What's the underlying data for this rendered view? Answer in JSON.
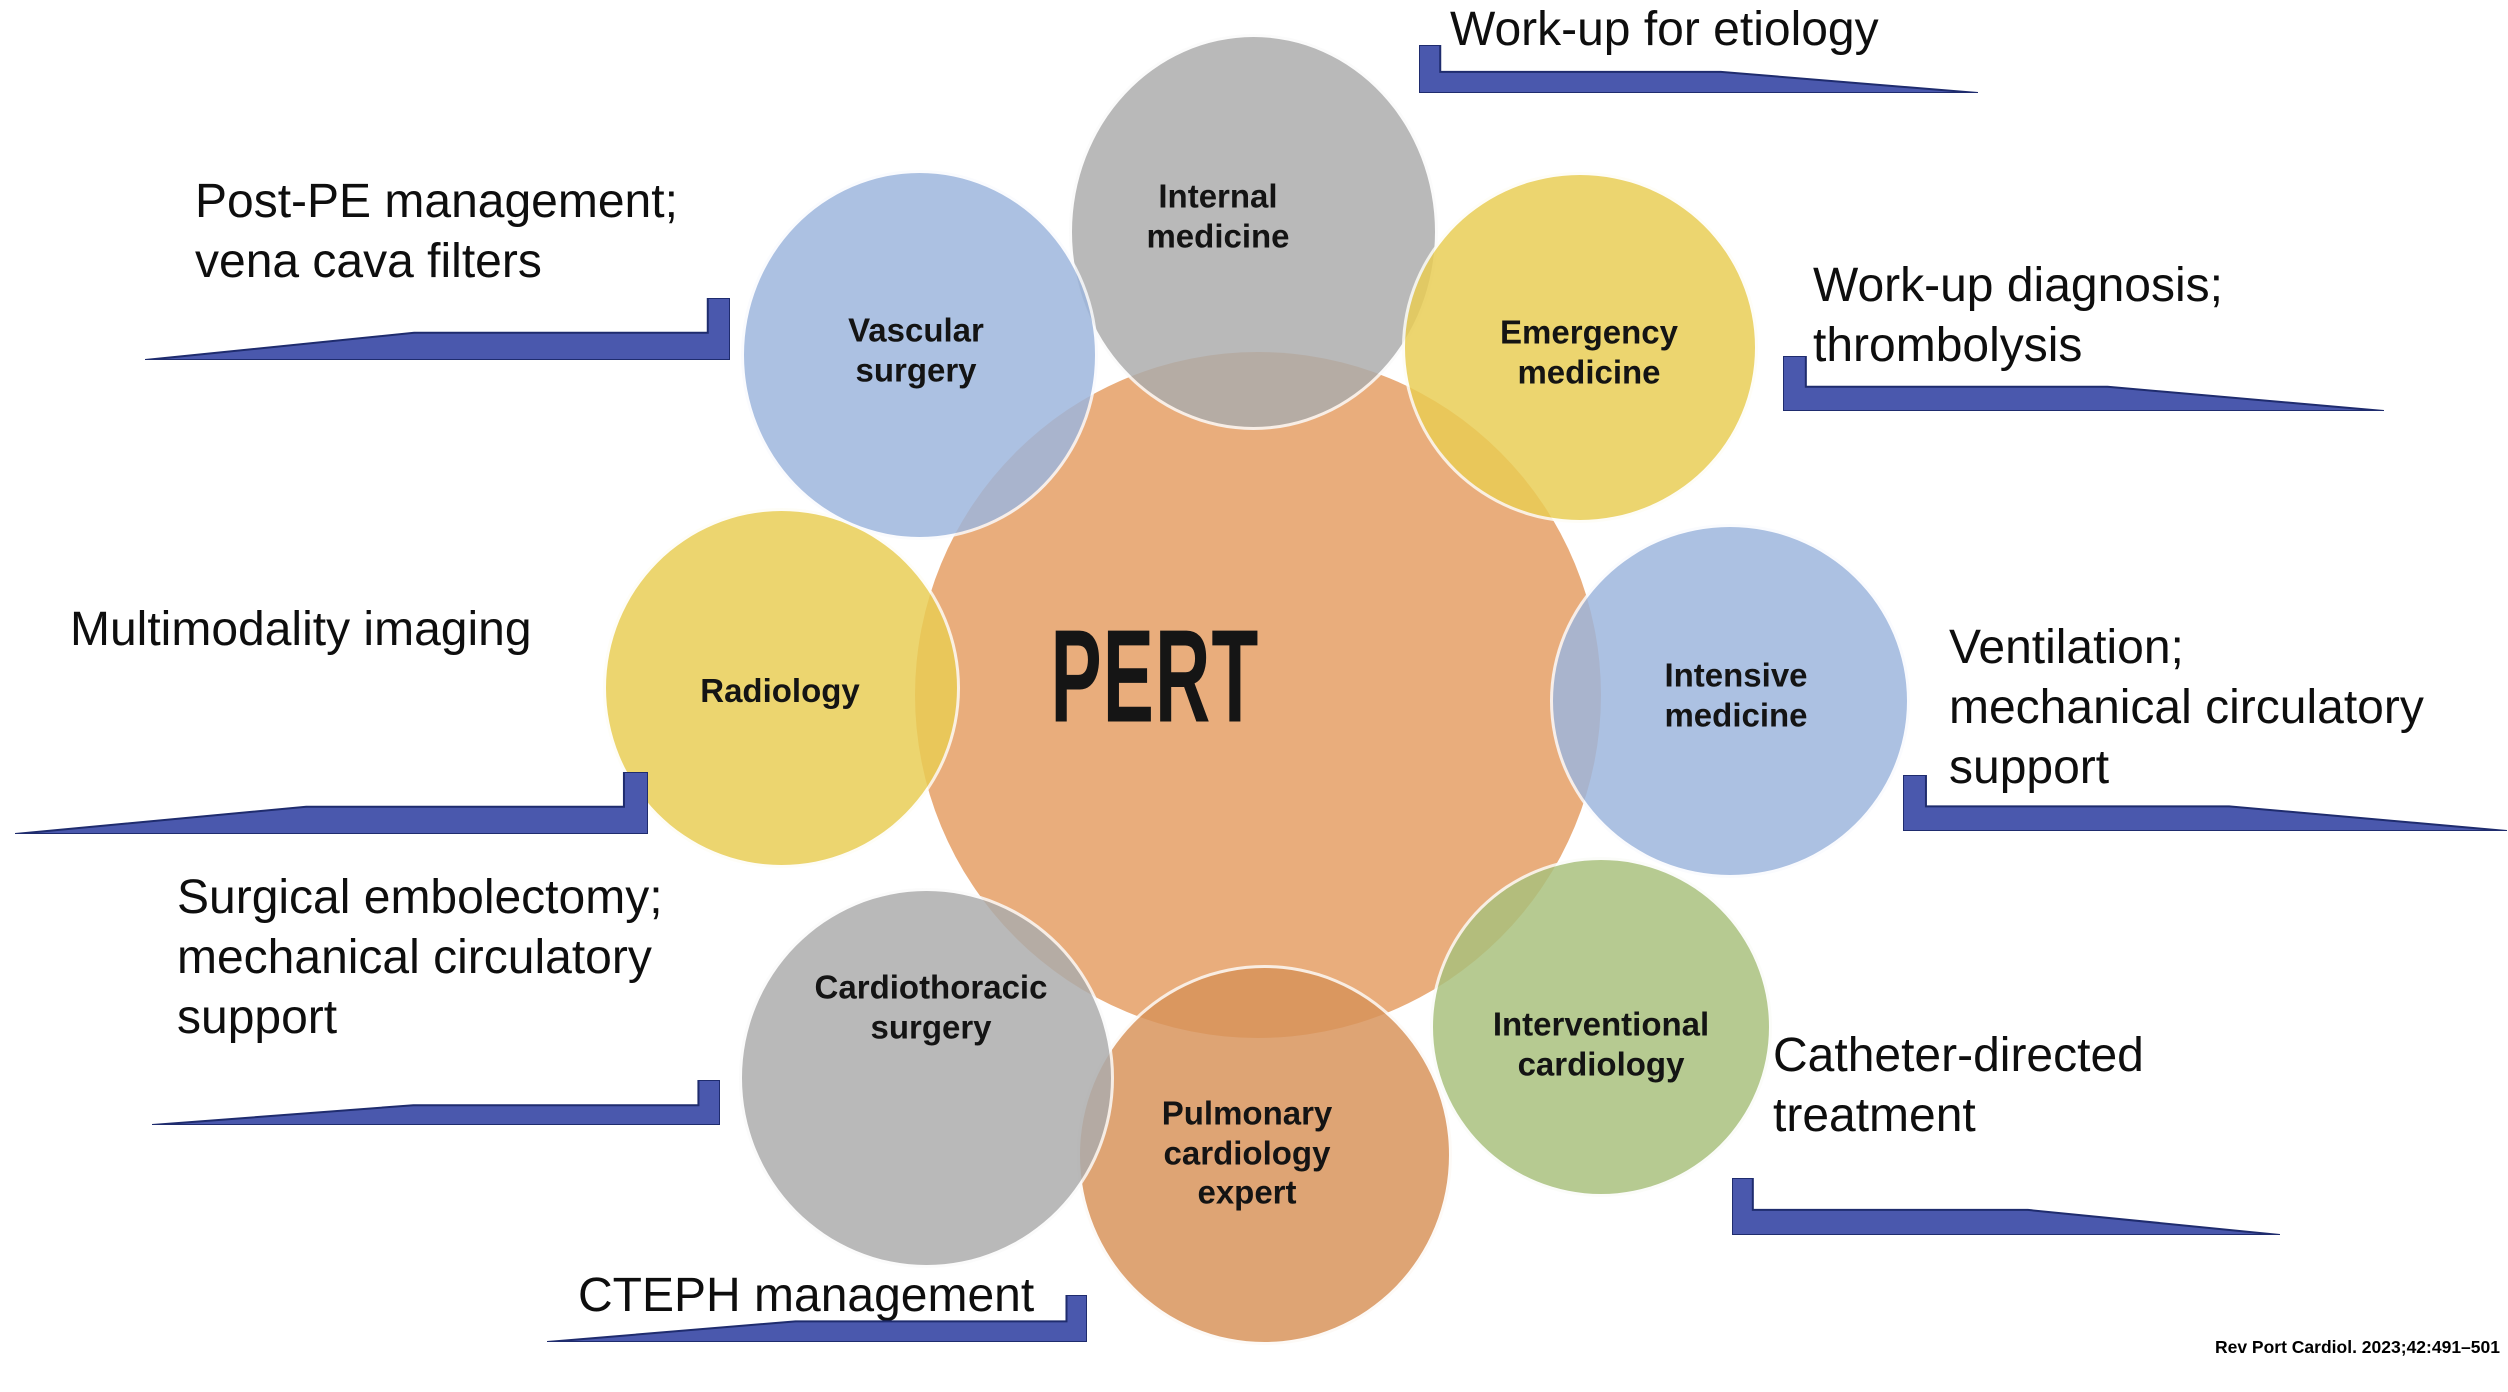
{
  "diagram": {
    "center_label": "PERT",
    "citation": "Rev Port Cardiol. 2023;42:491–501",
    "colors": {
      "center_fill": "#e9ad7c",
      "specialty_gray": "#acacac",
      "specialty_yellow": "#e9cd54",
      "specialty_blue": "#9db6dd",
      "specialty_green": "#a9c17d",
      "specialty_orange": "#d8935a",
      "arrow_fill": "#4a58ad",
      "arrow_edge": "#1f2c6e"
    },
    "specialties": {
      "internal": {
        "label": "Internal\nmedicine",
        "color": "#bcbcbc"
      },
      "emergency": {
        "label": "Emergency\nmedicine",
        "color": "#edd56d"
      },
      "intensive": {
        "label": "Intensive\nmedicine",
        "color": "#aabede"
      },
      "interventional": {
        "label": "Interventional\ncardiology",
        "color": "#b4ca8d"
      },
      "pulmonary": {
        "label": "Pulmonary\ncardiology\nexpert",
        "color": "#dfa173"
      },
      "cardiothoracic": {
        "label": "Cardiothoracic\nsurgery",
        "color": "#bcbcbc"
      },
      "radiology": {
        "label": "Radiology",
        "color": "#eed469"
      },
      "vascular": {
        "label": "Vascular\nsurgery",
        "color": "#aabede"
      }
    },
    "annotations": {
      "etiology": {
        "text": "Work-up for etiology"
      },
      "diagnosis": {
        "text": "Work-up diagnosis;\nthrombolysis"
      },
      "ventilation": {
        "text": "Ventilation;\nmechanical circulatory\nsupport"
      },
      "catheter": {
        "text": "Catheter-directed\ntreatment"
      },
      "cteph": {
        "text": "CTEPH management"
      },
      "surgical": {
        "text": "Surgical embolectomy;\nmechanical circulatory\nsupport"
      },
      "multimodality": {
        "text": "Multimodality imaging"
      },
      "postpe": {
        "text": "Post-PE management;\nvena cava filters"
      }
    }
  }
}
